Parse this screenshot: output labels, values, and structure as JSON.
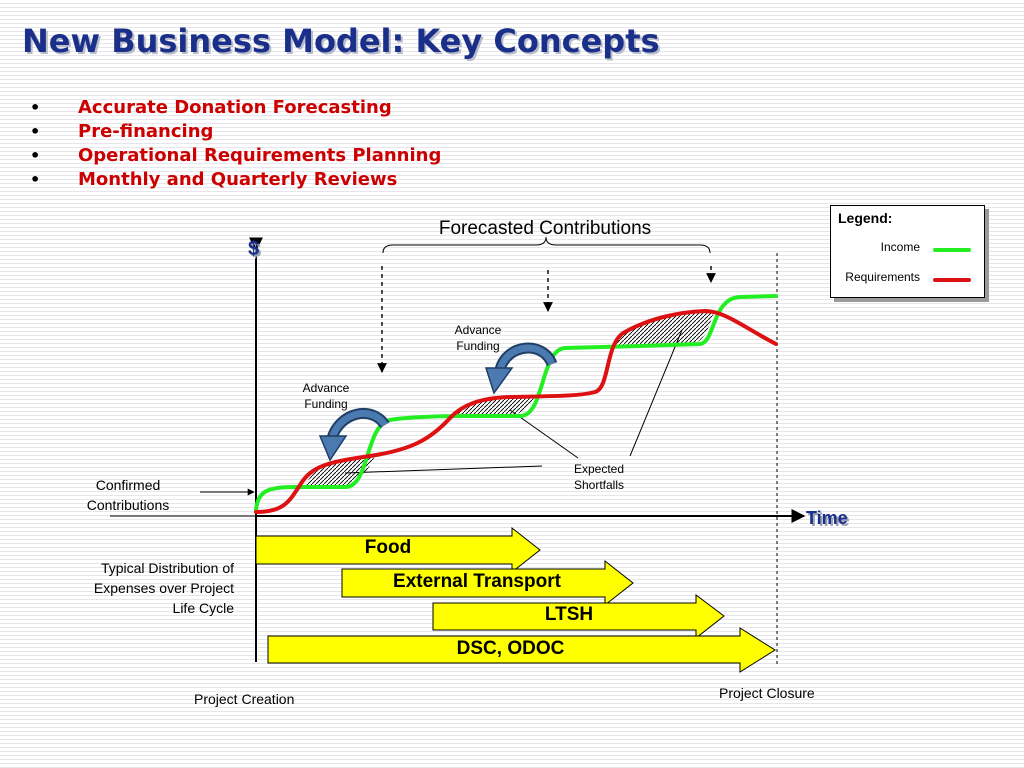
{
  "title": "New Business Model: Key Concepts",
  "bullets": [
    "Accurate Donation Forecasting",
    "Pre-financing",
    "Operational Requirements Planning",
    "Monthly and Quarterly Reviews"
  ],
  "bullet_glyph": "•",
  "diagram": {
    "forecast_label": "Forecasted Contributions",
    "y_axis_symbol": "$",
    "x_axis_label": "Time",
    "advance_funding_1": [
      "Advance",
      "Funding"
    ],
    "advance_funding_2": [
      "Advance",
      "Funding"
    ],
    "expected_shortfalls": [
      "Expected",
      "Shortfalls"
    ],
    "confirmed_contributions": [
      "Confirmed",
      "Contributions"
    ],
    "typical_distribution": [
      "Typical Distribution of",
      "Expenses over Project",
      "Life Cycle"
    ],
    "project_creation": "Project Creation",
    "project_closure": "Project Closure",
    "bars": [
      "Food",
      "External Transport",
      "LTSH",
      "DSC, ODOC"
    ]
  },
  "legend": {
    "title": "Legend:",
    "items": [
      {
        "label": "Income",
        "color": "#22ee22"
      },
      {
        "label": "Requirements",
        "color": "#dd1111"
      }
    ]
  },
  "colors": {
    "title": "#1a2f8a",
    "bullets": "#cc0000",
    "bar_fill": "#ffff00",
    "income": "#22ee22",
    "requirements": "#dd1111",
    "arrow": "#3a6a9a"
  }
}
